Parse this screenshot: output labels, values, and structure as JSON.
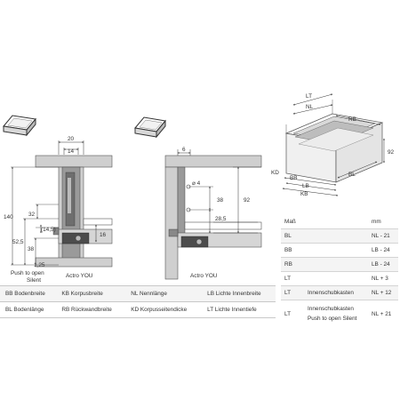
{
  "left_section": {
    "dims": {
      "top_width": "20",
      "inner_width": "14",
      "height_total": "140",
      "d32": "32",
      "d14_5": "(14,5)",
      "d52_5": "52,5",
      "d38": "38",
      "d16": "16",
      "d1_25": "1,25"
    },
    "note_line1": "Push to open",
    "note_line2": "Silent",
    "product_label": "Actro YOU"
  },
  "middle_section": {
    "dims": {
      "top": "6",
      "diameter": "⌀ 4",
      "d38": "38",
      "d92": "92",
      "d28_5": "28,5"
    },
    "product_label": "Actro YOU"
  },
  "iso_labels": {
    "lt": "LT",
    "nl": "NL",
    "rb": "RB",
    "h92": "92",
    "kd": "KD",
    "bb": "BB",
    "lb": "LB",
    "kb": "KB",
    "bl": "BL"
  },
  "legend": {
    "rows": [
      [
        "BB Bodenbreite",
        "KB Korpusbreite",
        "NL Nennlänge",
        "LB Lichte Innenbreite"
      ],
      [
        "BL Bodenlänge",
        "RB Rückwandbreite",
        "KD Korpusseitendicke",
        "LT Lichte Innentiefe"
      ]
    ]
  },
  "spec_table": {
    "header": {
      "col1": "Maß",
      "col3": "mm"
    },
    "rows": [
      {
        "code": "BL",
        "name": "",
        "value": "NL - 21"
      },
      {
        "code": "BB",
        "name": "",
        "value": "LB - 24"
      },
      {
        "code": "RB",
        "name": "",
        "value": "LB - 24"
      },
      {
        "code": "LT",
        "name": "",
        "value": "NL + 3"
      },
      {
        "code": "LT",
        "name": "Innenschubkasten",
        "value": "NL + 12"
      },
      {
        "code": "LT",
        "name": "Innenschubkasten Push to open Silent",
        "value": "NL + 21"
      }
    ]
  }
}
